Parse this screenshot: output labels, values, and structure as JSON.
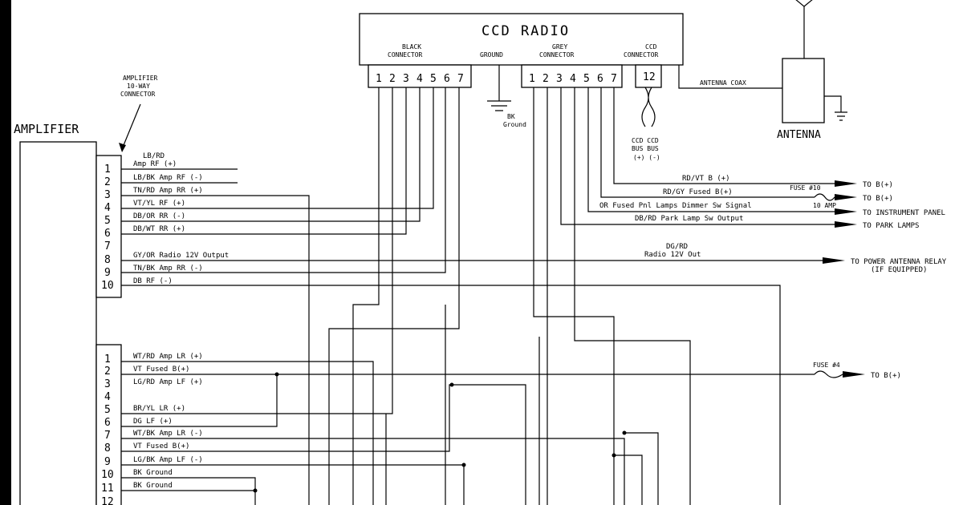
{
  "radio": {
    "title": "CCD RADIO",
    "black_connector": [
      "BLACK",
      "CONNECTOR"
    ],
    "ground_label": "GROUND",
    "grey_connector": [
      "GREY",
      "CONNECTOR"
    ],
    "ccd_connector": [
      "CCD",
      "CONNECTOR"
    ],
    "black_pins": [
      "1",
      "2",
      "3",
      "4",
      "5",
      "6",
      "7"
    ],
    "grey_pins": [
      "1",
      "2",
      "3",
      "4",
      "5",
      "6",
      "7"
    ],
    "ccd_pin": "12",
    "bk_ground": [
      "BK",
      "Ground"
    ],
    "ccd_bus": [
      "CCD CCD",
      "BUS BUS",
      "(+)  (-)"
    ],
    "antenna_coax": "ANTENNA COAX"
  },
  "antenna": {
    "label": "ANTENNA"
  },
  "amplifier": {
    "title": "AMPLIFIER",
    "connector_label": [
      "AMPLIFIER",
      "10-WAY",
      "CONNECTOR"
    ],
    "pins_top": [
      "1",
      "2",
      "3",
      "4",
      "5",
      "6",
      "7",
      "8",
      "9",
      "10"
    ],
    "pins_bottom": [
      "1",
      "2",
      "3",
      "4",
      "5",
      "6",
      "7",
      "8",
      "9",
      "10",
      "11",
      "12"
    ],
    "wires_top": [
      "LB/RD",
      "Amp RF (+)",
      "LB/BK Amp RF (-)",
      "TN/RD Amp RR (+)",
      "VT/YL RF (+)",
      "DB/OR RR (-)",
      "DB/WT RR (+)",
      "GY/OR Radio 12V Output",
      "TN/BK Amp RR (-)",
      "DB RF (-)"
    ],
    "wires_bottom": [
      "WT/RD Amp LR (+)",
      "VT Fused B(+)",
      "LG/RD Amp LF (+)",
      "BR/YL LR (+)",
      "DG LF (+)",
      "WT/BK Amp LR (-)",
      "VT Fused B(+)",
      "LG/BK Amp LF (-)",
      "BK Ground",
      "BK Ground"
    ]
  },
  "outputs": {
    "rdvt": "RD/VT B (+)",
    "rdgy": "RD/GY Fused B(+)",
    "fuse10": "FUSE #10",
    "amp10": "10 AMP",
    "or_fused": "OR Fused Pnl Lamps Dimmer Sw Signal",
    "dbrd": "DB/RD Park Lamp Sw Output",
    "to_b1": "TO B(+)",
    "to_b2": "TO B(+)",
    "to_instr": "TO INSTRUMENT PANEL",
    "to_park": "TO PARK LAMPS",
    "dgrd": [
      "DG/RD",
      "Radio 12V Out"
    ],
    "to_power_ant": [
      "TO POWER ANTENNA RELAY",
      "(IF EQUIPPED)"
    ],
    "fuse4": "FUSE #4",
    "to_b3": "TO B(+)"
  }
}
